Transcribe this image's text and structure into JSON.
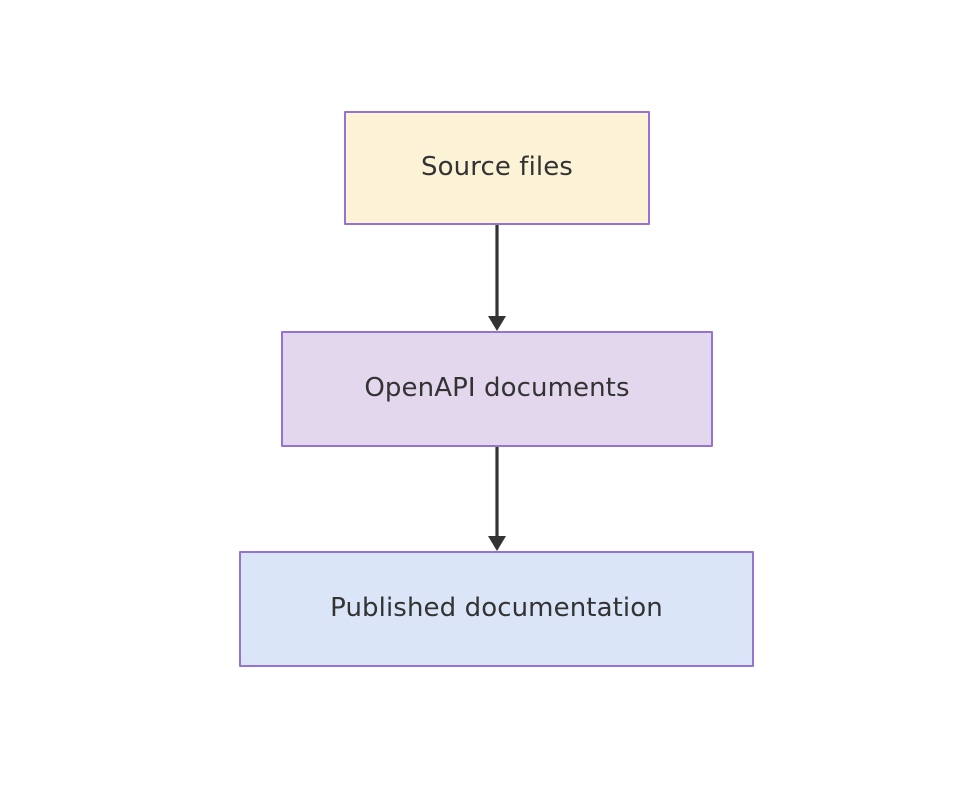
{
  "diagram": {
    "type": "flowchart",
    "direction": "top-to-bottom",
    "background_color": "#ffffff",
    "nodes": [
      {
        "id": "source-files",
        "label": "Source files",
        "fill_color": "#fcf3d6",
        "border_color": "#9673d3",
        "text_color": "#333333"
      },
      {
        "id": "openapi-documents",
        "label": "OpenAPI documents",
        "fill_color": "#e2d7ec",
        "border_color": "#9673d3",
        "text_color": "#333333"
      },
      {
        "id": "published-documentation",
        "label": "Published documentation",
        "fill_color": "#dbe5f8",
        "border_color": "#9673d3",
        "text_color": "#333333"
      }
    ],
    "edges": [
      {
        "id": "edge-source-to-openapi",
        "from": "source-files",
        "to": "openapi-documents",
        "label": "",
        "arrow": "filled-triangle",
        "color": "#333333"
      },
      {
        "id": "edge-openapi-to-published",
        "from": "openapi-documents",
        "to": "published-documentation",
        "label": "",
        "arrow": "filled-triangle",
        "color": "#333333"
      }
    ]
  }
}
